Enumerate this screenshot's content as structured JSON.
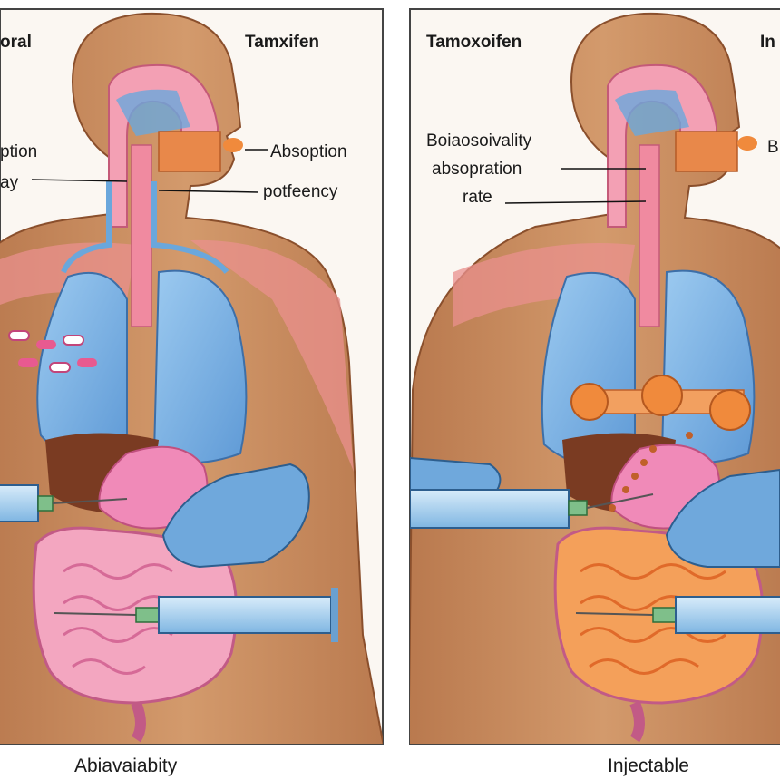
{
  "left_panel": {
    "title_left": "oral",
    "title_right": "Tamxifen",
    "labels": {
      "absorption_left": "ption",
      "way": "ay",
      "absorption": "Absoption",
      "potency": "potfeency"
    },
    "caption": "Abiavaiabity"
  },
  "right_panel": {
    "title_left": "Tamoxoifen",
    "title_right": "In",
    "labels": {
      "bioavailability": "Boiaosoivality",
      "absorption_rate": "absopration",
      "rate": "rate",
      "edge": "B"
    },
    "caption": "Injectable"
  },
  "colors": {
    "skin": "#c8865a",
    "lung": "#7fb2e0",
    "trachea": "#f08aa0",
    "intestine": "#f3a6c0",
    "glove": "#6fa8dc",
    "syringe": "#9cc8ea",
    "drug_orange": "#f08a3c"
  }
}
